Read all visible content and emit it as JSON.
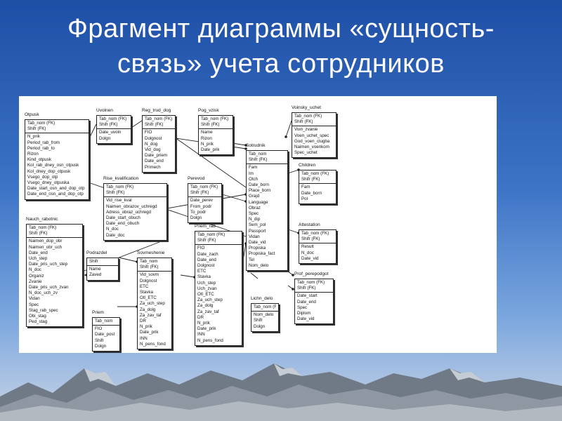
{
  "slide": {
    "title_line1": "Фрагмент диаграммы «сущность-",
    "title_line2": "связь» учета сотрудников"
  },
  "colors": {
    "background_top": "#1d4fa6",
    "background_bottom": "#c9d4e6",
    "diagram_bg": "#ffffff",
    "line": "#222222"
  },
  "diagram": {
    "entities": [
      {
        "id": "otpusk",
        "name": "Otpusk",
        "keys": [
          "Tab_nom (FK)",
          "Shifr (FK)"
        ],
        "attrs": [
          "N_prik",
          "Period_rab_from",
          "Period_rab_to",
          "Rizon",
          "Kind_otpusk",
          "Kol_rab_dney_osn_otpusk",
          "Kol_dney_dop_otpusk",
          "Vsego_dop_otp",
          "Vsego_dney_otpuska",
          "Date_start_osn_and_dop_otp",
          "Date_end_osn_and_dop_otp"
        ]
      },
      {
        "id": "uvolnen",
        "name": "Uvolnen",
        "keys": [
          "Tab_nom (FK)",
          "Shifr (FK)"
        ],
        "attrs": [
          "Date_uvoln",
          "Dolgn"
        ]
      },
      {
        "id": "reg_trud_dog",
        "name": "Reg_trud_dog",
        "keys": [
          "Tab_nom (FK)",
          "Shifr (FK)"
        ],
        "attrs": [
          "FIO",
          "Dolgnost",
          "N_dog",
          "Vid_dog",
          "Date_priem",
          "Date_end",
          "Primech"
        ]
      },
      {
        "id": "pog_vzisk",
        "name": "Pog_vzisk",
        "keys": [
          "Tab_nom (FK)",
          "Shifr (FK)"
        ],
        "attrs": [
          "Name",
          "Rizon",
          "N_prik",
          "Date_prik"
        ]
      },
      {
        "id": "voinsky_uchet",
        "name": "Voinsky_uchet",
        "keys": [
          "Tab_nom (FK)",
          "Shifr (FK)"
        ],
        "attrs": [
          "Voin_zvanie",
          "Voen_uchet_spec",
          "God_voen_clugba",
          "Naimen_voenkom",
          "Spec_uchet"
        ]
      },
      {
        "id": "sotrudnik",
        "name": "Sotrudnik",
        "keys": [
          "Tab_nom",
          "Shifr (FK)"
        ],
        "attrs": [
          "Fam",
          "Im",
          "Otch",
          "Date_born",
          "Place_born",
          "Grajd",
          "Language",
          "Obraz",
          "Spec",
          "N_dip",
          "Sem_pol",
          "Passport",
          "Vidan",
          "Date_vid",
          "Propiska",
          "Propiska_fact",
          "Tel",
          "Nom_delo"
        ]
      },
      {
        "id": "children",
        "name": "Children",
        "keys": [
          "Tab_nom (FK)",
          "Shifr (FK)"
        ],
        "attrs": [
          "Fam",
          "Date_born",
          "Pol"
        ]
      },
      {
        "id": "rise_kvalification",
        "name": "Rise_kvalification",
        "keys": [
          "Tab_nom (FK)",
          "Shifr (FK)"
        ],
        "attrs": [
          "Vid_rise_kval",
          "Naimen_obrazov_uchregd",
          "Adress_obraz_uchregd",
          "Date_start_obuch",
          "Date_end_obuch",
          "N_doc",
          "Date_doc"
        ]
      },
      {
        "id": "perevod",
        "name": "Perevod",
        "keys": [
          "Tab_nom (FK)",
          "Shifr (FK)"
        ],
        "attrs": [
          "Date_perev",
          "From_podr",
          "To_podr",
          "Dolgn"
        ]
      },
      {
        "id": "attestation",
        "name": "Attestation",
        "keys": [
          "Tab_nom (FK)",
          "Shifr (FK)"
        ],
        "attrs": [
          "Result",
          "N_doc",
          "Date_vid"
        ]
      },
      {
        "id": "nauch_rabotnic",
        "name": "Nauch_rabotnic",
        "keys": [
          "Tab_nom (FK)",
          "Shifr (FK)"
        ],
        "attrs": [
          "Naimen_dop_obr",
          "Naimen_obr_uch",
          "Date_end",
          "Uch_step",
          "Date_pris_uch_step",
          "N_doc",
          "Organiz",
          "Zvanie",
          "Date_pris_uch_zvan",
          "N_doc_uch_zv",
          "Vidan",
          "Spec",
          "Stag_rab_spec",
          "Obi_stag",
          "Ped_stag"
        ]
      },
      {
        "id": "priem_rab",
        "name": "Priem_rab",
        "keys": [
          "Tab_nom (FK)",
          "Shifr (FK)"
        ],
        "attrs": [
          "FIO",
          "Date_zach",
          "Date_end",
          "Dolgnost",
          "ETC",
          "Stavka",
          "Uch_step",
          "Uch_zvan",
          "Otl_ETC",
          "Za_uch_step",
          "Za_dolg",
          "Za_zav_taf",
          "DR",
          "N_prik",
          "Date_prik",
          "INN",
          "N_pens_fond"
        ]
      },
      {
        "id": "prof_perepodgot",
        "name": "Prof_perepodgot",
        "keys": [
          "Tab_nom (FK)",
          "Shifr (FK)"
        ],
        "attrs": [
          "Date_start",
          "Date_end",
          "Spec",
          "Diplom",
          "Date_vid"
        ]
      },
      {
        "id": "podrazdel",
        "name": "Podrazdel",
        "keys": [
          "Shifr"
        ],
        "attrs": [
          "Name",
          "Zaved"
        ]
      },
      {
        "id": "sovmeshenie",
        "name": "Sovmeshenie",
        "keys": [
          "Tab_nom",
          "Shifr (FK)"
        ],
        "attrs": [
          "Vid_sovm",
          "Dolgnost",
          "ETC",
          "Stavka",
          "Otl_ETC",
          "Za_uch_step",
          "Za_dolg",
          "Za_zav_taf",
          "DR",
          "N_prik",
          "Date_prik",
          "INN",
          "N_pens_fond"
        ]
      },
      {
        "id": "lichn_delo",
        "name": "Lichn_delo",
        "keys": [
          "Tab_nom (FK)"
        ],
        "attrs": [
          "Nom_delo",
          "Shifr",
          "Dolgn"
        ]
      },
      {
        "id": "priem",
        "name": "Priem",
        "keys": [
          "Tab_nom"
        ],
        "attrs": [
          "FIO",
          "Date_post",
          "Shifr",
          "Dolgn"
        ]
      }
    ]
  }
}
